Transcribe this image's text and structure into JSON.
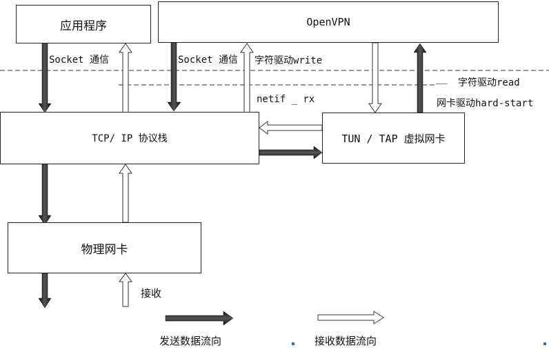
{
  "boxes": {
    "app": "应用程序",
    "openvpn": "OpenVPN",
    "tcpip": "TCP/ IP 协议栈",
    "tun": "TUN / TAP 虚拟网卡",
    "nic": "物理网卡"
  },
  "labels": {
    "socket_left": "Socket 通信",
    "socket_right": "Socket 通信",
    "char_write": "字符驱动write",
    "char_read": "字符驱动read",
    "nic_hard_start": "网卡驱动hard-start",
    "netif_rx": "netif _ rx",
    "receive": "接收",
    "dashes": "__"
  },
  "legend": {
    "send": "发送数据流向",
    "recv": "接收数据流向"
  }
}
